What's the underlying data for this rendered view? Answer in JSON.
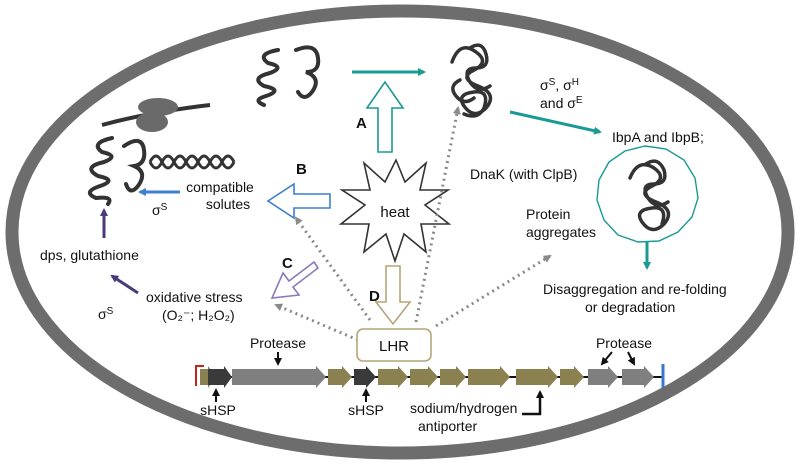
{
  "labels": {
    "a": "A",
    "b": "B",
    "c": "C",
    "d": "D",
    "heat": "heat",
    "compatible": "compatible",
    "solutes": "solutes",
    "sigma_s_left": "σ",
    "sigma_s_left_sup": "S",
    "dps": "dps, glutathione",
    "sigma_s_lower": "σ",
    "sigma_s_lower_sup": "S",
    "oxidative": "oxidative stress",
    "o2_h2o2": "(O₂⁻; H₂O₂)",
    "sigma_row1": "σ",
    "sigma_row1_sup1": "S",
    "sigma_row1_mid": ", σ",
    "sigma_row1_sup2": "H",
    "sigma_row2": "and σ",
    "sigma_row2_sup": "E",
    "ibpab": "IbpA and IbpB;",
    "dnak": "DnaK (with ClpB)",
    "protein": "Protein",
    "aggregates": "aggregates",
    "disagg1": "Disaggregation and re-folding",
    "disagg2": "or degradation",
    "lhr": "LHR",
    "protease_left": "Protease",
    "protease_right": "Protease",
    "shsp_left": "sHSP",
    "shsp_mid": "sHSP",
    "antiporter1": "sodium/hydrogen",
    "antiporter2": "antiporter"
  },
  "colors": {
    "cell_border": "#6d6d6d",
    "teal": "#1a9a94",
    "blue": "#3d7fd1",
    "purple": "#4b3a7c",
    "light_purple": "#8c7ab8",
    "olive": "#8a8050",
    "gray_gene": "#7f7f7f",
    "dark_gene": "#3a3a3a",
    "dotted": "#8a8a8a",
    "lhr_border": "#b4a678",
    "d_arrow": "#b4a678",
    "red_mark": "#cc2222",
    "blue_mark": "#3a78d0"
  },
  "icons": [
    "ribosome-icon",
    "protein-coil-icon",
    "dna-helix-icon",
    "misfolded-protein-icon",
    "heat-burst-icon",
    "chaperone-cage-icon"
  ]
}
